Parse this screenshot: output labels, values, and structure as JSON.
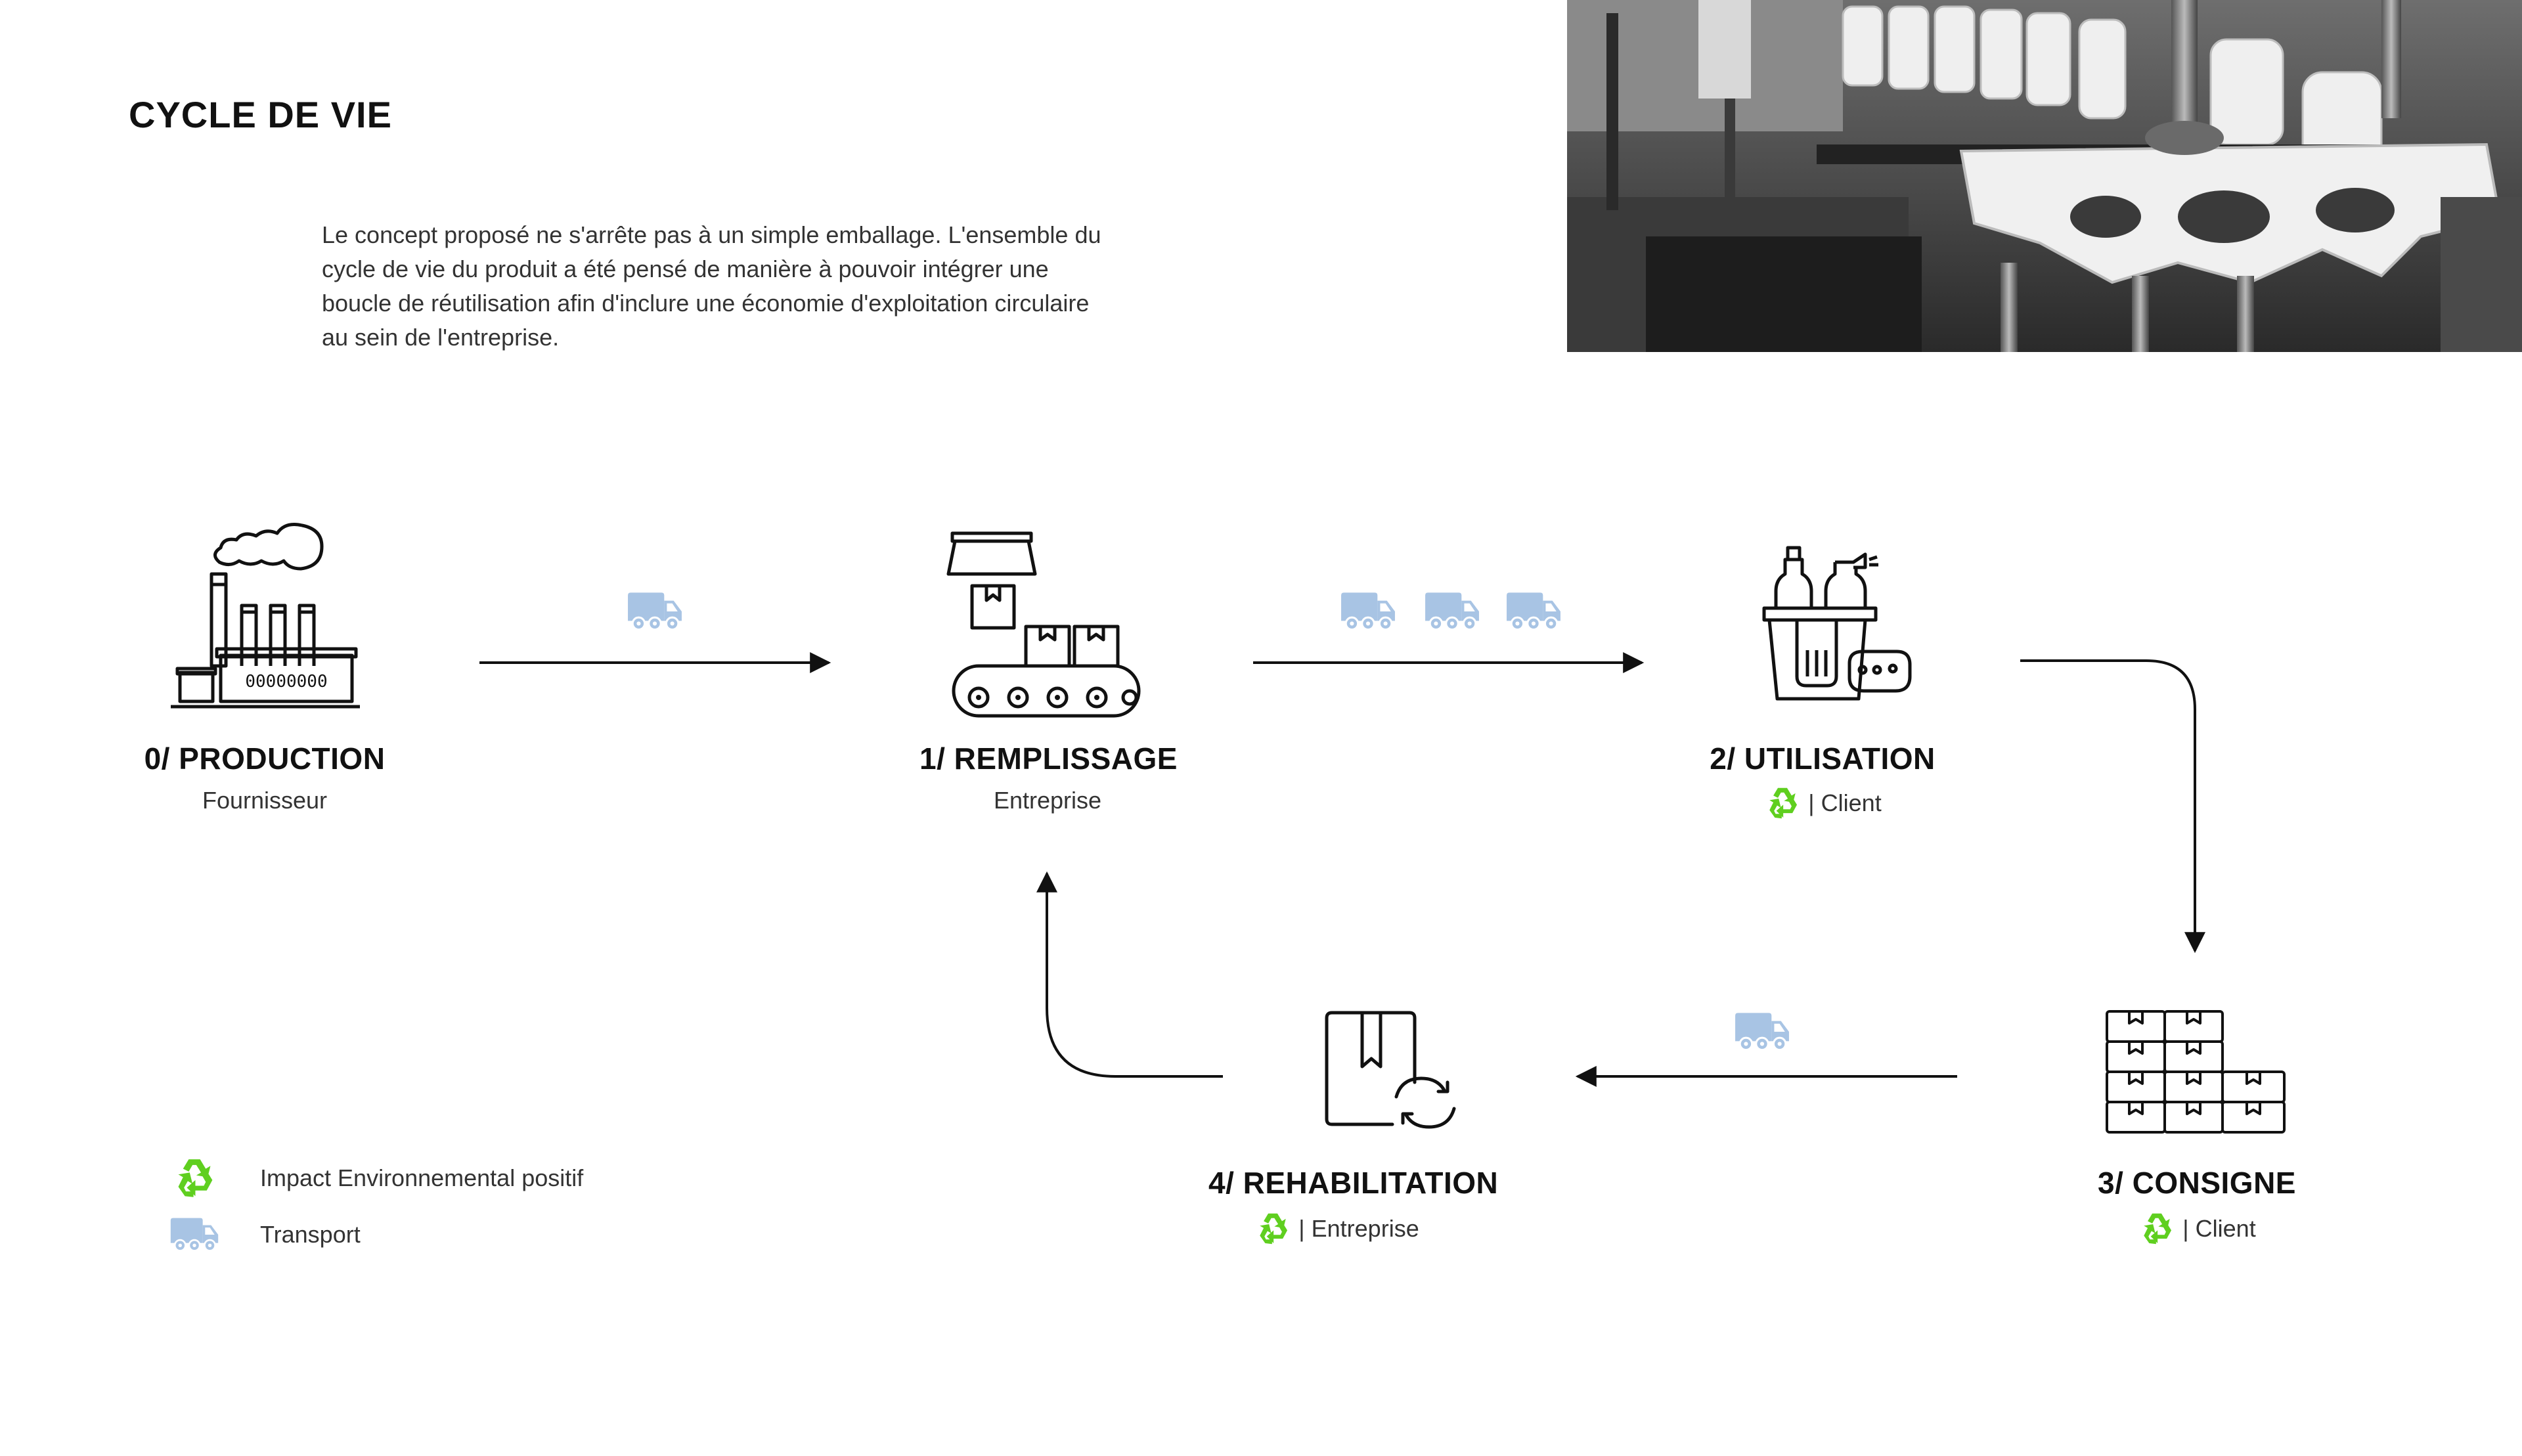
{
  "title": "CYCLE DE VIE",
  "intro": "Le concept proposé ne s'arrête pas à un simple emballage. L'ensemble du cycle de vie du produit a été pensé de manière à pouvoir intégrer une boucle de réutilisation afin d'inclure une économie d'exploitation circulaire au sein de l'entreprise.",
  "stages": [
    {
      "title": "0/ PRODUCTION",
      "sub": "Fournisseur",
      "icon": "factory-icon",
      "eco": false,
      "meter": "00000000"
    },
    {
      "title": "1/ REMPLISSAGE",
      "sub": "Entreprise",
      "icon": "conveyor-icon",
      "eco": false
    },
    {
      "title": "2/ UTILISATION",
      "sub": "| Client",
      "icon": "cleaning-products-icon",
      "eco": true
    },
    {
      "title": "3/ CONSIGNE",
      "sub": "| Client",
      "icon": "boxes-stack-icon",
      "eco": true
    },
    {
      "title": "4/ REHABILITATION",
      "sub": "| Entreprise",
      "icon": "box-refresh-icon",
      "eco": true
    }
  ],
  "legend": [
    {
      "icon": "recycle-icon",
      "label": "Impact Environnemental positif"
    },
    {
      "icon": "truck-icon",
      "label": "Transport"
    }
  ],
  "colors": {
    "recycle": "#5fcf1f",
    "truck": "#a8c4e4",
    "line": "#111111"
  }
}
